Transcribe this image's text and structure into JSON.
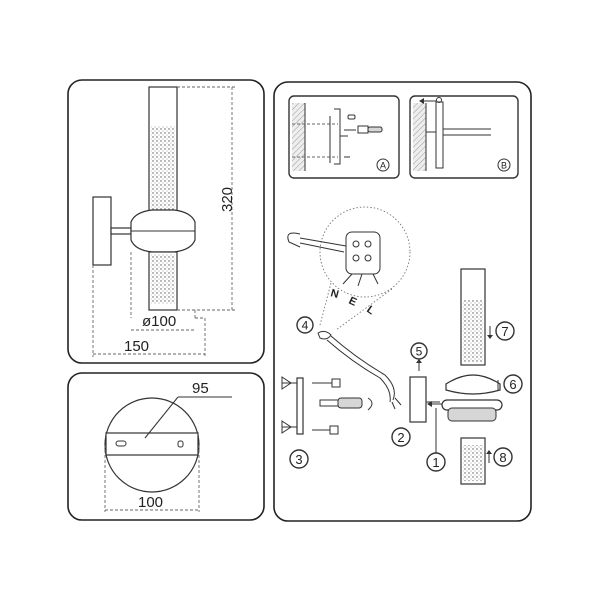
{
  "dimensions": {
    "height": "320",
    "shade_diameter": "ø100",
    "projection": "150",
    "plate_height": "95",
    "plate_diameter": "100"
  },
  "callouts": {
    "step1": "1",
    "step2": "2",
    "step3": "3",
    "step4": "4",
    "step5": "5",
    "step6": "6",
    "step7": "7",
    "step8": "8",
    "detail_a": "A",
    "detail_b": "B"
  },
  "wire_letters": {
    "n": "N",
    "e": "E",
    "l": "L"
  },
  "colors": {
    "line": "#333333",
    "frame": "#222222",
    "hatch": "#d6d6d6",
    "background": "#ffffff"
  }
}
